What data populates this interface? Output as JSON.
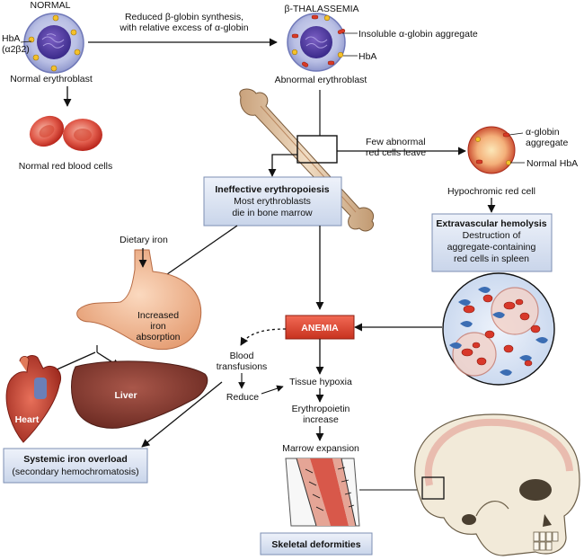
{
  "top": {
    "normal_title": "NORMAL",
    "thal_title": "β-THALASSEMIA",
    "hba_label": "HbA",
    "hba_formula": "(α2β2)",
    "reduced_line1": "Reduced β-globin synthesis,",
    "reduced_line2": "with relative excess of α-globin",
    "insoluble_label": "Insoluble α-globin aggregate",
    "hba_right": "HbA",
    "normal_erythroblast": "Normal erythroblast",
    "abnormal_erythroblast": "Abnormal erythroblast",
    "normal_rbc": "Normal red blood cells"
  },
  "right": {
    "few_line1": "Few abnormal",
    "few_line2": "red cells leave",
    "alpha_line1": "α-globin",
    "alpha_line2": "aggregate",
    "normal_hba": "Normal HbA",
    "hypochromic": "Hypochromic red cell",
    "hemolysis_title": "Extravascular hemolysis",
    "hemolysis_line1": "Destruction of",
    "hemolysis_line2": "aggregate-containing",
    "hemolysis_line3": "red cells in spleen"
  },
  "center": {
    "ineff_title": "Ineffective erythropoiesis",
    "ineff_line1": "Most erythroblasts",
    "ineff_line2": "die in bone marrow",
    "anemia": "ANEMIA",
    "blood_line1": "Blood",
    "blood_line2": "transfusions",
    "reduce": "Reduce",
    "tissue_hypoxia": "Tissue hypoxia",
    "epo_line1": "Erythropoietin",
    "epo_line2": "increase",
    "marrow_expansion": "Marrow expansion",
    "skeletal": "Skeletal deformities"
  },
  "left": {
    "dietary_iron": "Dietary iron",
    "increased_line1": "Increased",
    "increased_line2": "iron",
    "increased_line3": "absorption",
    "heart": "Heart",
    "liver": "Liver",
    "systemic_title": "Systemic iron overload",
    "systemic_line2": "(secondary hemochromatosis)"
  }
}
